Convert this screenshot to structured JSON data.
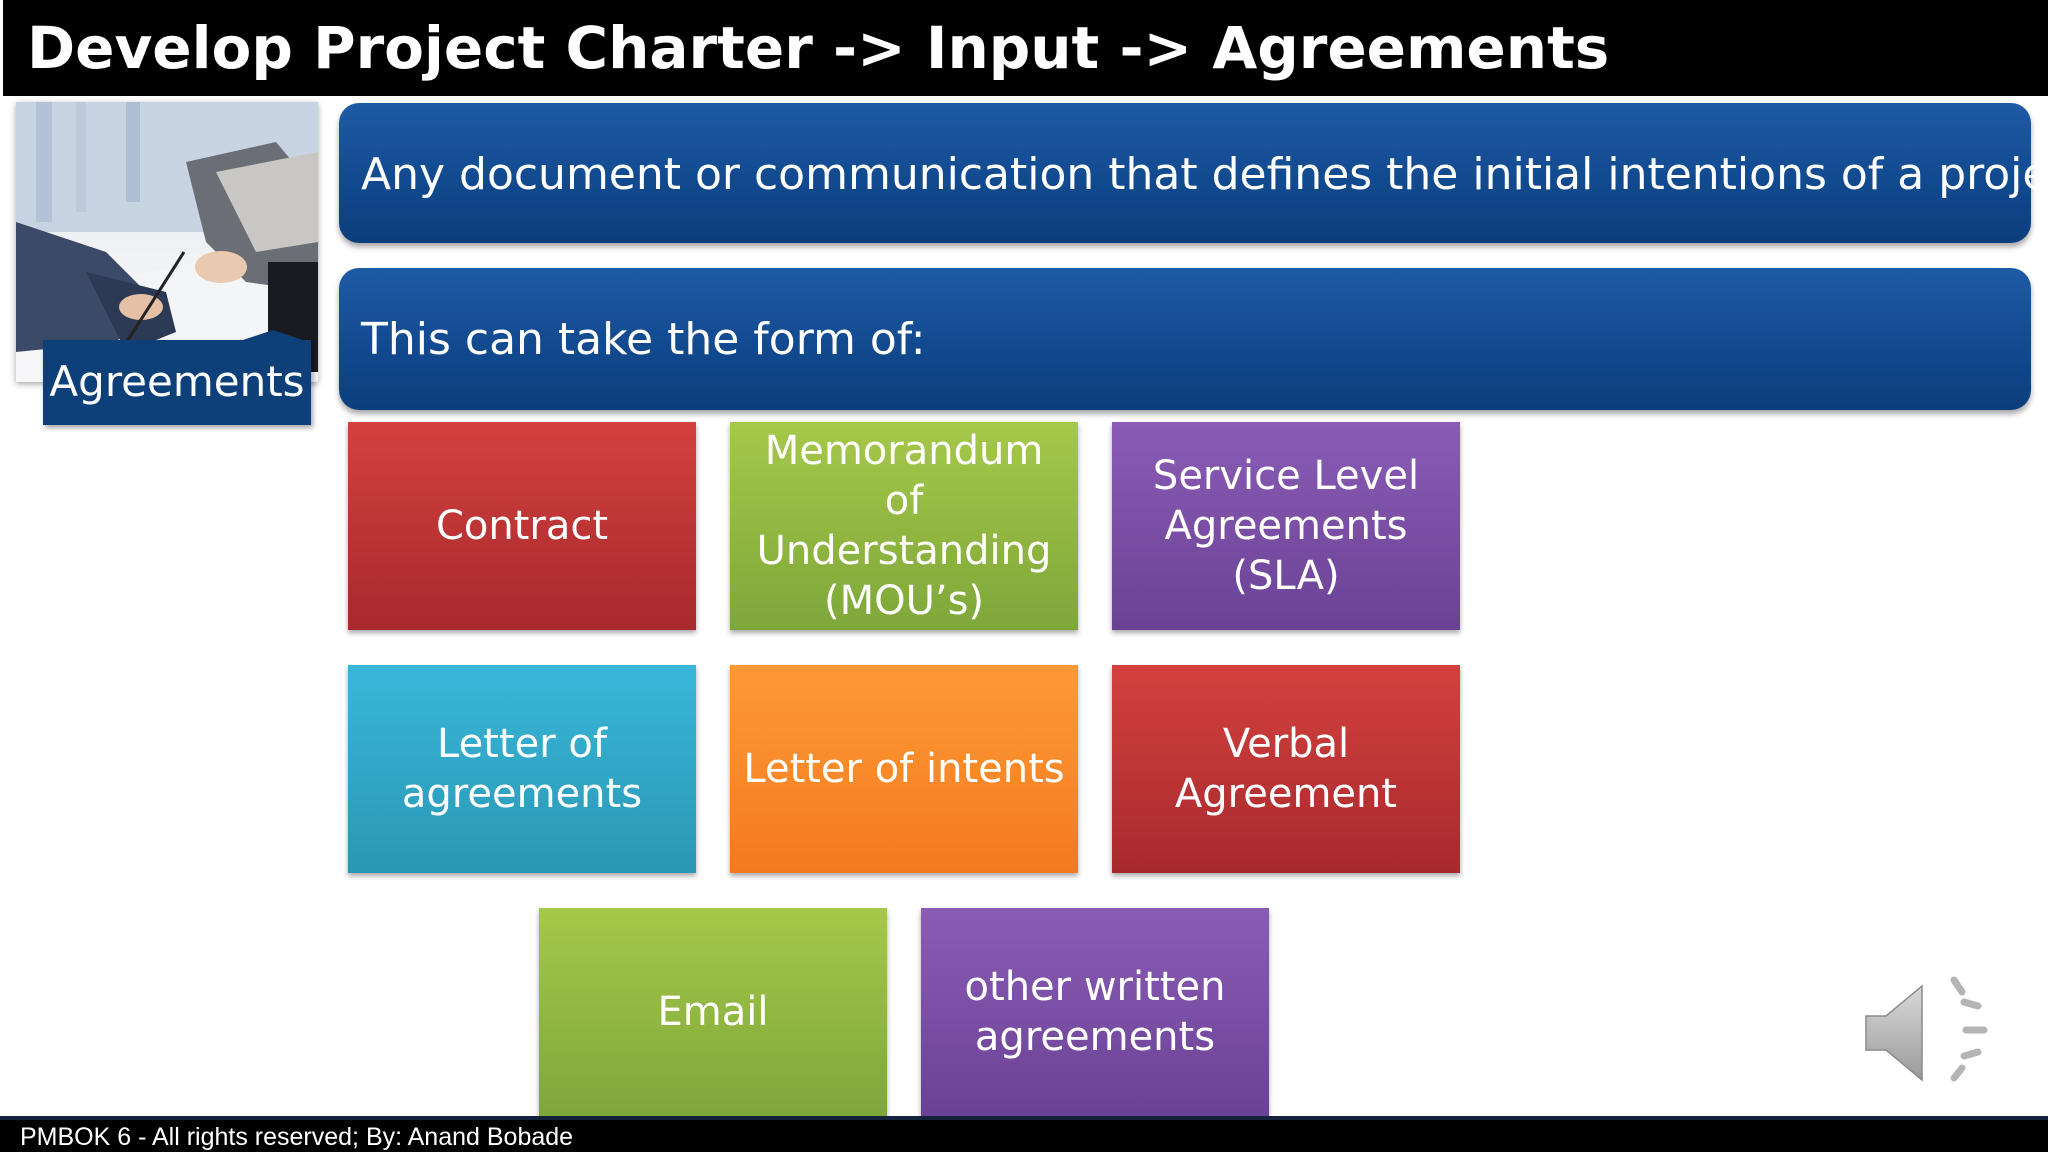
{
  "slide": {
    "title": "Develop Project Charter -> Input -> Agreements",
    "tag_label": "Agreements",
    "banner_definition": "Any document or communication that defines the initial intentions of a project.",
    "banner_forms": "This can take the form of:",
    "footer": "PMBOK 6 - All rights reserved; By: Anand Bobade"
  },
  "forms": [
    {
      "label": "Contract",
      "color": "#c0383a"
    },
    {
      "label": "Memorandum of Understanding (MOU’s)",
      "color": "#92b843"
    },
    {
      "label": "Service Level Agreements (SLA)",
      "color": "#7a4fa6"
    },
    {
      "label": "Letter of agreements",
      "color": "#33a9c9"
    },
    {
      "label": "Letter of intents",
      "color": "#f98a2a"
    },
    {
      "label": "Verbal Agreement",
      "color": "#c0383a"
    },
    {
      "label": "Email",
      "color": "#92b843"
    },
    {
      "label": "other written agreements",
      "color": "#7a4fa6"
    }
  ],
  "icons": {
    "speaker": "speaker-icon",
    "photo": "business-handshake-photo"
  }
}
